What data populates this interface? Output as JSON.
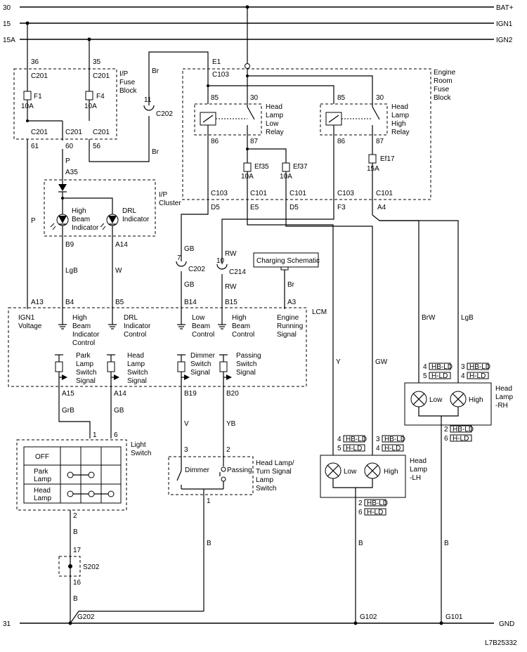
{
  "buses": {
    "b30": "30",
    "bat": "BAT+",
    "b15": "15",
    "ign1": "IGN1",
    "b15a": "15A",
    "ign2": "IGN2",
    "b31": "31",
    "gnd": "GND"
  },
  "ipfuse": {
    "title_l1": "I/P",
    "title_l2": "Fuse",
    "title_l3": "Block",
    "f1": "F1",
    "f1a": "10A",
    "f4": "F4",
    "f4a": "10A",
    "p36": "36",
    "p35": "35",
    "c201a": "C201",
    "c201b": "C201",
    "c201c": "C201",
    "c201d": "C201",
    "c201e": "C201",
    "p61": "61",
    "p60": "60",
    "p56": "56"
  },
  "c202": {
    "n11": "11",
    "label": "C202",
    "br1": "Br",
    "br2": "Br",
    "n7": "7",
    "label2": "C202",
    "gb1": "GB",
    "gb2": "GB"
  },
  "erfuse": {
    "title_l1": "Engine",
    "title_l2": "Room",
    "title_l3": "Fuse",
    "title_l4": "Block",
    "e1": "E1",
    "c103": "C103",
    "c103b": "C103",
    "c103c": "C103",
    "p85a": "85",
    "p30a": "30",
    "p86a": "86",
    "p87a": "87",
    "p85b": "85",
    "p30b": "30",
    "p86b": "86",
    "p87b": "87",
    "r1_l1": "Head",
    "r1_l2": "Lamp",
    "r1_l3": "Low",
    "r1_l4": "Relay",
    "r2_l1": "Head",
    "r2_l2": "Lamp",
    "r2_l3": "High",
    "r2_l4": "Relay",
    "ef35": "Ef35",
    "ef35a": "10A",
    "ef37": "Ef37",
    "ef37a": "10A",
    "ef17": "Ef17",
    "ef17a": "15A",
    "c101a": "C101",
    "c101b": "C101",
    "c101c": "C101",
    "d5a": "D5",
    "e5": "E5",
    "d5b": "D5",
    "f3": "F3",
    "a4": "A4"
  },
  "cluster": {
    "title_l1": "I/P",
    "title_l2": "Cluster",
    "a35": "A35",
    "p": "P",
    "p2": "P",
    "hb_l1": "High",
    "hb_l2": "Beam",
    "hb_l3": "Indicator",
    "drl_l1": "DRL",
    "drl_l2": "Indicator",
    "b9": "B9",
    "a14": "A14"
  },
  "wires": {
    "lgb": "LgB",
    "w": "W",
    "rw1": "RW",
    "rw2": "RW",
    "n10": "10",
    "c214": "C214",
    "br3": "Br",
    "y": "Y",
    "gw": "GW",
    "brw": "BrW",
    "lgb2": "LgB",
    "grb": "GrB",
    "gb3": "GB",
    "v": "V",
    "yb": "YB",
    "b1": "B",
    "b2": "B",
    "b3": "B",
    "b4": "B",
    "b5": "B"
  },
  "charging": {
    "label": "Charging Schematic"
  },
  "lcm": {
    "title": "LCM",
    "a13": "A13",
    "b4": "B4",
    "b5": "B5",
    "b14": "B14",
    "b15": "B15",
    "a3": "A3",
    "ign_l1": "IGN1",
    "ign_l2": "Voltage",
    "hbc_l1": "High",
    "hbc_l2": "Beam",
    "hbc_l3": "Indicator",
    "hbc_l4": "Control",
    "drc_l1": "DRL",
    "drc_l2": "Indicator",
    "drc_l3": "Control",
    "lbc_l1": "Low",
    "lbc_l2": "Beam",
    "lbc_l3": "Control",
    "hic_l1": "High",
    "hic_l2": "Beam",
    "hic_l3": "Control",
    "ers_l1": "Engine",
    "ers_l2": "Running",
    "ers_l3": "Signal",
    "pl_l1": "Park",
    "pl_l2": "Lamp",
    "pl_l3": "Switch",
    "pl_l4": "Signal",
    "hl_l1": "Head",
    "hl_l2": "Lamp",
    "hl_l3": "Switch",
    "hl_l4": "Signal",
    "ds_l1": "Dimmer",
    "ds_l2": "Switch",
    "ds_l3": "Signal",
    "ps_l1": "Passing",
    "ps_l2": "Switch",
    "ps_l3": "Signal",
    "a15": "A15",
    "a14": "A14",
    "b19": "B19",
    "b20": "B20"
  },
  "lightsw": {
    "title_l1": "Light",
    "title_l2": "Switch",
    "p1": "1",
    "p6": "6",
    "p2": "2",
    "off": "OFF",
    "park_l1": "Park",
    "park_l2": "Lamp",
    "head_l1": "Head",
    "head_l2": "Lamp"
  },
  "s202": {
    "label": "S202",
    "p17": "17",
    "p16": "16"
  },
  "turnsw": {
    "title_l1": "Head Lamp/",
    "title_l2": "Turn Signal",
    "title_l3": "Lamp",
    "title_l4": "Switch",
    "p3": "3",
    "p2": "2",
    "p1": "1",
    "dimmer": "Dimmer",
    "passing": "Passing"
  },
  "lhlamp": {
    "title_l1": "Head",
    "title_l2": "Lamp",
    "title_l3": "-LH",
    "low": "Low",
    "high": "High",
    "p4": "4",
    "p5": "5",
    "p3": "3",
    "p4b": "4",
    "p2": "2",
    "p6": "6",
    "t1": "HB-LD",
    "t2": "H-LD",
    "t3": "HB-LD",
    "t4": "H-LD",
    "t5": "HB-LD",
    "t6": "H-LD"
  },
  "rhlamp": {
    "title_l1": "Head",
    "title_l2": "Lamp",
    "title_l3": "-RH",
    "low": "Low",
    "high": "High",
    "p4": "4",
    "p5": "5",
    "p3": "3",
    "p4b": "4",
    "p2": "2",
    "p6": "6",
    "t1": "HB-LD",
    "t2": "H-LD",
    "t3": "HB-LD",
    "t4": "H-LD",
    "t5": "HB-LD",
    "t6": "H-LD"
  },
  "grounds": {
    "g202": "G202",
    "g102": "G102",
    "g101": "G101"
  },
  "ref": {
    "code": "L7B25332"
  }
}
